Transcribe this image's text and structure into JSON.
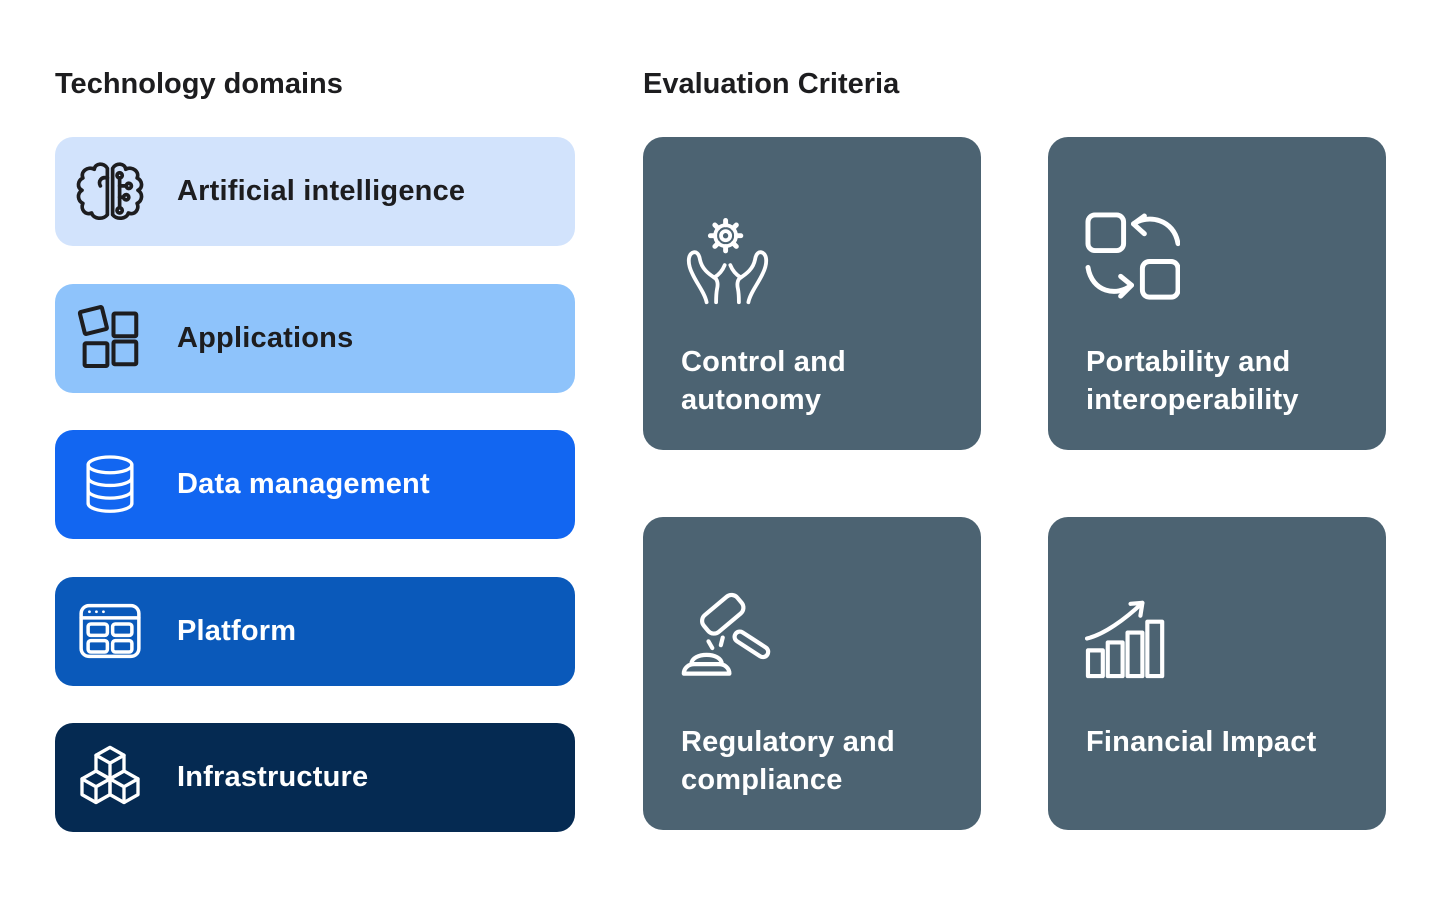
{
  "page": {
    "background": "#ffffff"
  },
  "left_panel": {
    "title": "Technology domains",
    "items": [
      {
        "label": "Artificial intelligence",
        "icon": "brain-circuit-icon",
        "bg": "#d2e3fc",
        "text_color": "#1d1d1f"
      },
      {
        "label": "Applications",
        "icon": "app-squares-icon",
        "bg": "#8ec3fb",
        "text_color": "#1d1d1f"
      },
      {
        "label": "Data management",
        "icon": "database-icon",
        "bg": "#1266f1",
        "text_color": "#ffffff"
      },
      {
        "label": "Platform",
        "icon": "browser-window-icon",
        "bg": "#0a59ba",
        "text_color": "#ffffff"
      },
      {
        "label": "Infrastructure",
        "icon": "cubes-icon",
        "bg": "#052a52",
        "text_color": "#ffffff"
      }
    ]
  },
  "right_panel": {
    "title": "Evaluation Criteria",
    "card_bg": "#4c6372",
    "text_color": "#ffffff",
    "cards": [
      {
        "label": "Control and autonomy",
        "icon": "hands-gear-icon"
      },
      {
        "label": "Portability and interoperability",
        "icon": "swap-squares-icon"
      },
      {
        "label": "Regulatory and compliance",
        "icon": "gavel-icon"
      },
      {
        "label": "Financial Impact",
        "icon": "growth-chart-icon"
      }
    ]
  }
}
